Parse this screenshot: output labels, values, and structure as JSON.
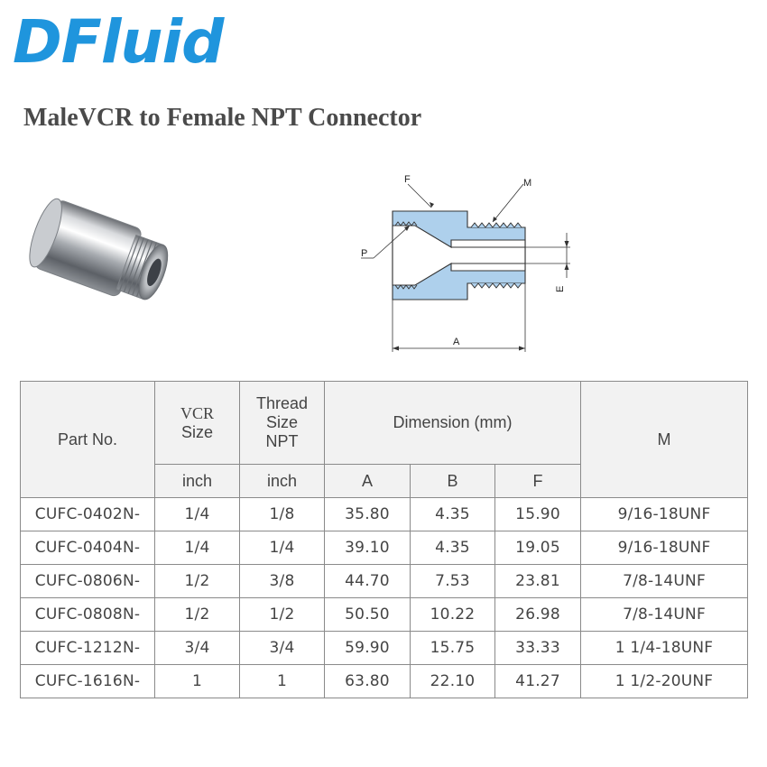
{
  "brand": "DFluid",
  "title": "MaleVCR to Female NPT Connector",
  "drawing_labels": {
    "f": "F",
    "m": "M",
    "p": "P",
    "e": "E",
    "a": "A"
  },
  "colors": {
    "brand": "#1f95dd",
    "section_fill": "#aed0ec",
    "header_bg": "#f2f2f2"
  },
  "table": {
    "headers": {
      "part_no": "Part No.",
      "vcr": "VCR",
      "size": "Size",
      "thread_line1": "Thread",
      "thread_line2": "Size",
      "thread_line3": "NPT",
      "dimension": "Dimension (mm)",
      "m": "M"
    },
    "subheaders": [
      "inch",
      "inch",
      "A",
      "B",
      "F"
    ],
    "rows": [
      [
        "CUFC-0402N-",
        "1/4",
        "1/8",
        "35.80",
        "4.35",
        "15.90",
        "9/16-18UNF"
      ],
      [
        "CUFC-0404N-",
        "1/4",
        "1/4",
        "39.10",
        "4.35",
        "19.05",
        "9/16-18UNF"
      ],
      [
        "CUFC-0806N-",
        "1/2",
        "3/8",
        "44.70",
        "7.53",
        "23.81",
        "7/8-14UNF"
      ],
      [
        "CUFC-0808N-",
        "1/2",
        "1/2",
        "50.50",
        "10.22",
        "26.98",
        "7/8-14UNF"
      ],
      [
        "CUFC-1212N-",
        "3/4",
        "3/4",
        "59.90",
        "15.75",
        "33.33",
        "1 1/4-18UNF"
      ],
      [
        "CUFC-1616N-",
        "1",
        "1",
        "63.80",
        "22.10",
        "41.27",
        "1 1/2-20UNF"
      ]
    ]
  }
}
